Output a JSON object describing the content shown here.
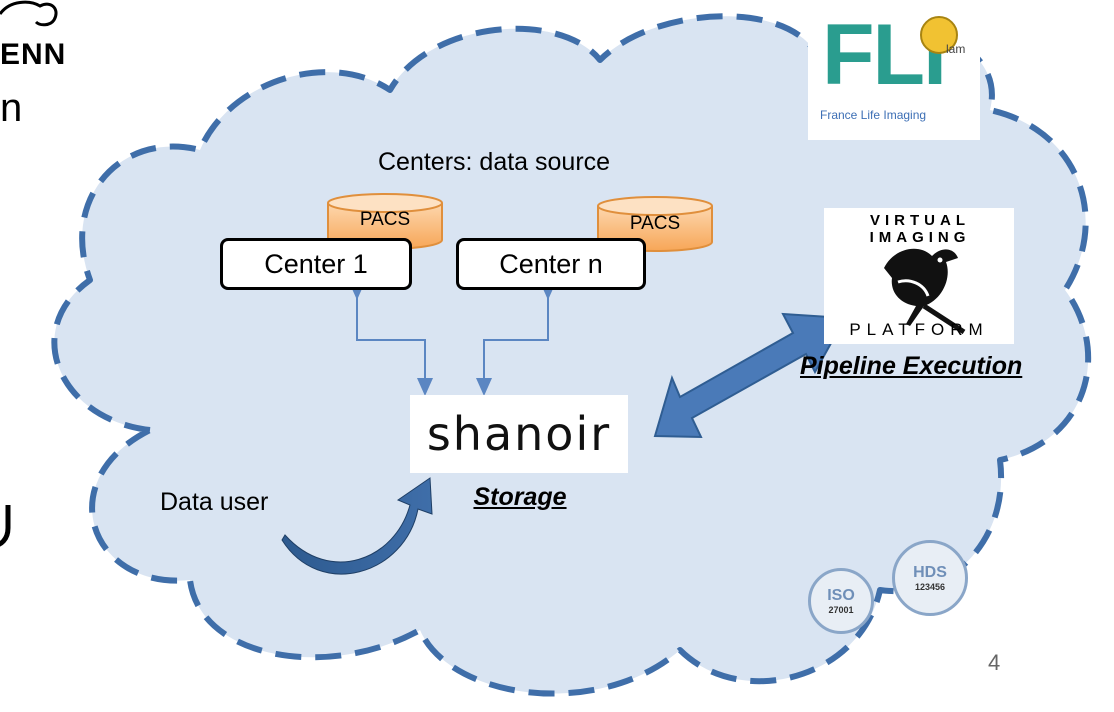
{
  "slide": {
    "corner_text_top": "ENN",
    "corner_text_mid": "n",
    "page_number": "4"
  },
  "diagram": {
    "title": "Centers: data source",
    "centers": [
      {
        "label": "Center 1",
        "pacs": "PACS"
      },
      {
        "label": "Center n",
        "pacs": "PACS"
      }
    ],
    "storage": {
      "logo_text": "shanoir",
      "caption": "Storage"
    },
    "data_user": "Data user",
    "pipeline": {
      "logo_top": "VIRTUAL IMAGING",
      "logo_bottom": "PLATFORM",
      "caption": "Pipeline Execution"
    },
    "fli": {
      "logo": "FLI",
      "subtitle": "France Life Imaging",
      "badge": "lam"
    },
    "certifications": [
      {
        "top": "ISO",
        "bottom": "27001"
      },
      {
        "top": "HDS",
        "bottom": "123456"
      }
    ]
  },
  "colors": {
    "cloud_fill": "#d9e4f2",
    "cloud_stroke": "#3f6ea9",
    "pacs_fill": "#f9b26b",
    "arrow": "#4a7ab8",
    "connector": "#5b86c2"
  }
}
